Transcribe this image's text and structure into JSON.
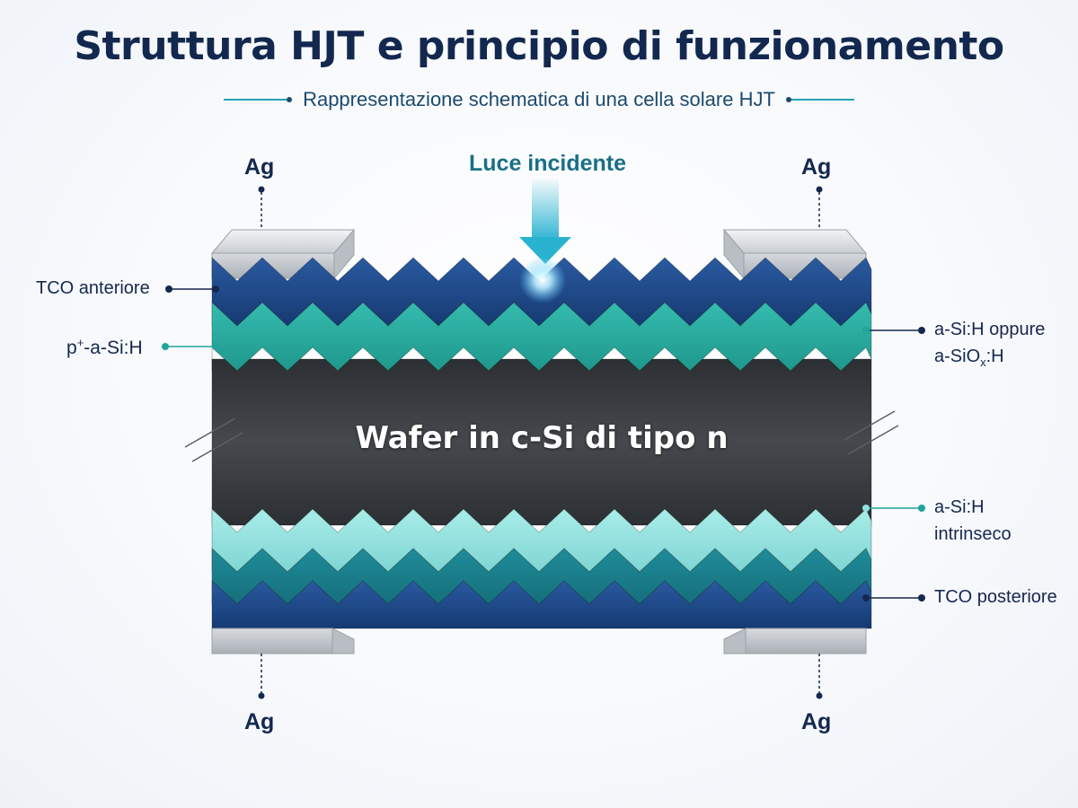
{
  "title": "Struttura HJT e principio di funzionamento",
  "subtitle": "Rappresentazione schematica di una cella solare HJT",
  "light": {
    "label": "Luce incidente"
  },
  "contacts": {
    "top_left": "Ag",
    "top_right": "Ag",
    "bottom_left": "Ag",
    "bottom_right": "Ag"
  },
  "layers": {
    "tco_front": "TCO anteriore",
    "p_layer_main": "p",
    "p_layer_sup": "+",
    "p_layer_rest": "-a-Si:H",
    "front_passivation_line1": "a-Si:H oppure",
    "front_passivation_line2_main": "a-SiO",
    "front_passivation_line2_sub": "x",
    "front_passivation_line2_end": ":H",
    "wafer": "Wafer in c-Si di tipo n",
    "intrinsic_line1": "a-Si:H",
    "intrinsic_line2": "intrinseco",
    "tco_rear": "TCO posteriore"
  },
  "colors": {
    "tco": "#1f4a86",
    "p_layer": "#25a89c",
    "wafer": "#3a3d41",
    "intrinsic": "#8fe0de",
    "n_layer": "#1a7f8e",
    "silver": "#d4d8dc",
    "light": "#2ab3d1"
  }
}
